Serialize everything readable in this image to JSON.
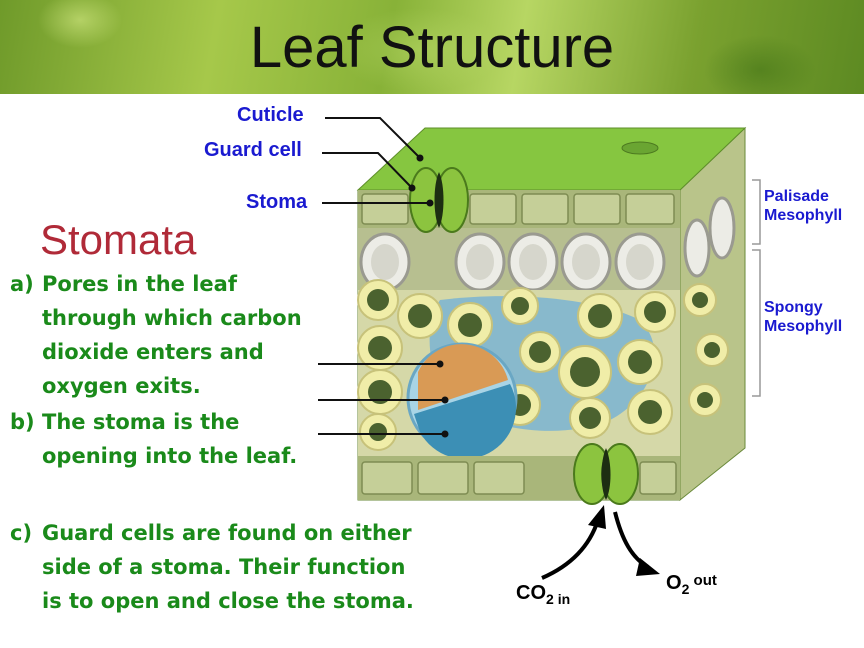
{
  "slide": {
    "title": "Leaf Structure"
  },
  "labels": {
    "cuticle": "Cuticle",
    "guard_cell": "Guard cell",
    "stoma": "Stoma",
    "palisade": [
      "Palisade",
      "Mesophyll"
    ],
    "spongy": [
      "Spongy",
      "Mesophyll"
    ]
  },
  "stomata": {
    "heading": "Stomata",
    "points": [
      {
        "marker": "a)",
        "text": [
          "Pores in the leaf",
          "through which carbon",
          "dioxide enters and",
          "oxygen exits."
        ]
      },
      {
        "marker": "b)",
        "text": [
          "The stoma is the",
          "opening into the leaf."
        ]
      },
      {
        "marker": "c)",
        "text": [
          "Guard cells are found on either",
          "side of a stoma.  Their function",
          "is to open and close the stoma."
        ]
      }
    ]
  },
  "gas": {
    "co2": "CO",
    "co2_sub": "2",
    "co2_suffix": "in",
    "o2": "O",
    "o2_sub": "2",
    "o2_suffix": "out"
  },
  "colors": {
    "title": "#111111",
    "labels": "#1a1ad0",
    "heading": "#b02a38",
    "points": "#1a8a1a",
    "leaf_top": "#7cc23a",
    "palisade_cell": "#e9e9e4",
    "spongy_cell": "#f0eda8",
    "air_space": "#7fb6cf"
  }
}
